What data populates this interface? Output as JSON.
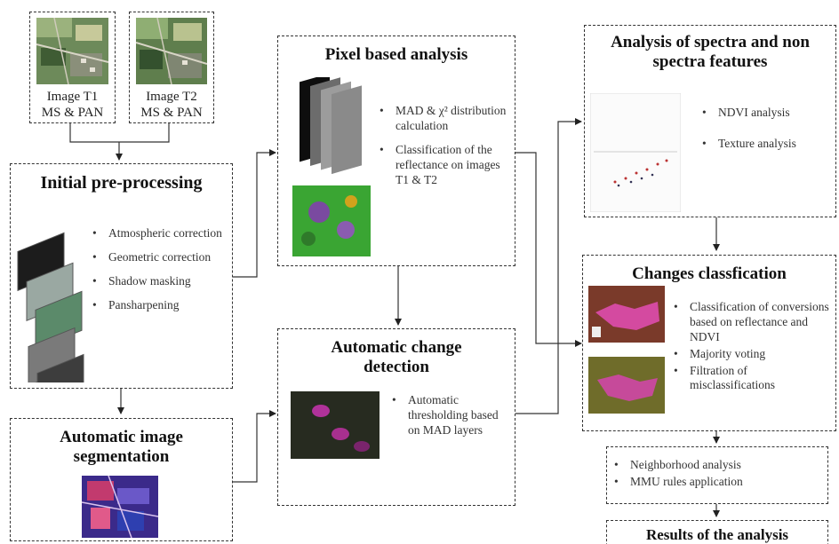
{
  "image_t1": {
    "caption_line1": "Image T1",
    "caption_line2": "MS & PAN"
  },
  "image_t2": {
    "caption_line1": "Image T2",
    "caption_line2": "MS & PAN"
  },
  "preprocessing": {
    "title": "Initial pre-processing",
    "items": [
      "Atmospheric correction",
      "Geometric correction",
      "Shadow masking",
      "Pansharpening"
    ]
  },
  "segmentation": {
    "title_line1": "Automatic image",
    "title_line2": "segmentation"
  },
  "pixel": {
    "title": "Pixel based analysis",
    "items": [
      "MAD & χ² distribution calculation",
      "Classification of the reflectance on images T1 & T2"
    ]
  },
  "change_detection": {
    "title_line1": "Automatic change",
    "title_line2": "detection",
    "items": [
      "Automatic thresholding based on MAD layers"
    ]
  },
  "spectra": {
    "title_line1": "Analysis of spectra and non",
    "title_line2": "spectra features",
    "items": [
      "NDVI analysis",
      "Texture analysis"
    ]
  },
  "classification": {
    "title": "Changes classfication",
    "items": [
      "Classification of conversions based on reflectance and NDVI",
      "Majority voting",
      "Filtration of misclassifications"
    ]
  },
  "neighborhood": {
    "items": [
      "Neighborhood analysis",
      "MMU rules application"
    ]
  },
  "results": {
    "title": "Results of the analysis"
  }
}
